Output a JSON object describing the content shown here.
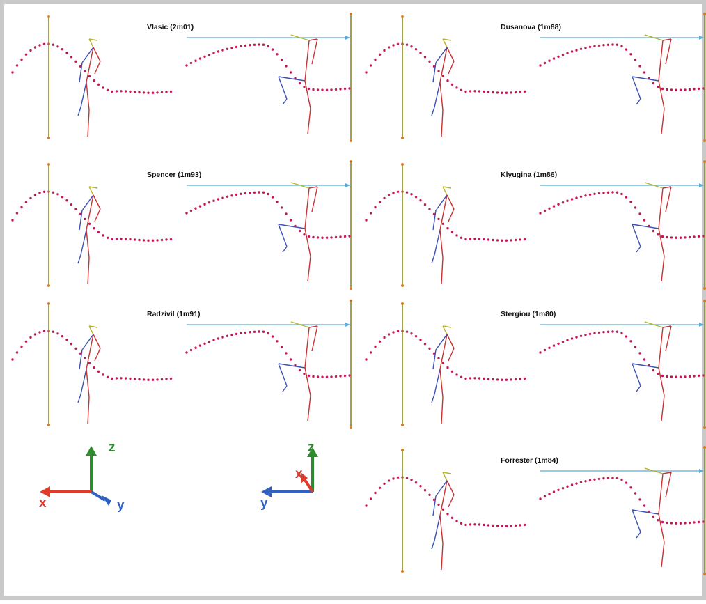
{
  "figure": {
    "panels": [
      {
        "id": "vlasic",
        "label": "Vlasic (2m01)",
        "row": 0,
        "col": 0
      },
      {
        "id": "dusanova",
        "label": "Dusanova (1m88)",
        "row": 0,
        "col": 1
      },
      {
        "id": "spencer",
        "label": "Spencer (1m93)",
        "row": 1,
        "col": 0
      },
      {
        "id": "klyugina",
        "label": "Klyugina (1m86)",
        "row": 1,
        "col": 1
      },
      {
        "id": "radzivil",
        "label": "Radzivil (1m91)",
        "row": 2,
        "col": 0
      },
      {
        "id": "stergiou",
        "label": "Stergiou (1m80)",
        "row": 2,
        "col": 1
      },
      {
        "id": "forrester",
        "label": "Forrester (1m84)",
        "row": 3,
        "col": 1
      }
    ],
    "axes_legends": [
      {
        "id": "side-view",
        "z": "z",
        "x": "x",
        "y": "y"
      },
      {
        "id": "front-view",
        "z": "z",
        "x": "x",
        "y": "y"
      }
    ]
  },
  "colors": {
    "trajectory": "#c2185b",
    "bar": "#8a8a1e",
    "bar_caps": "#d87c27",
    "skeleton_right": "#c83232",
    "skeleton_left": "#3c50b4",
    "skeleton_head": "#b4b428",
    "bar_line": "#5aaed6",
    "axis_z": "#2e8b2e",
    "axis_x": "#e03a2a",
    "axis_y": "#3060c0"
  }
}
